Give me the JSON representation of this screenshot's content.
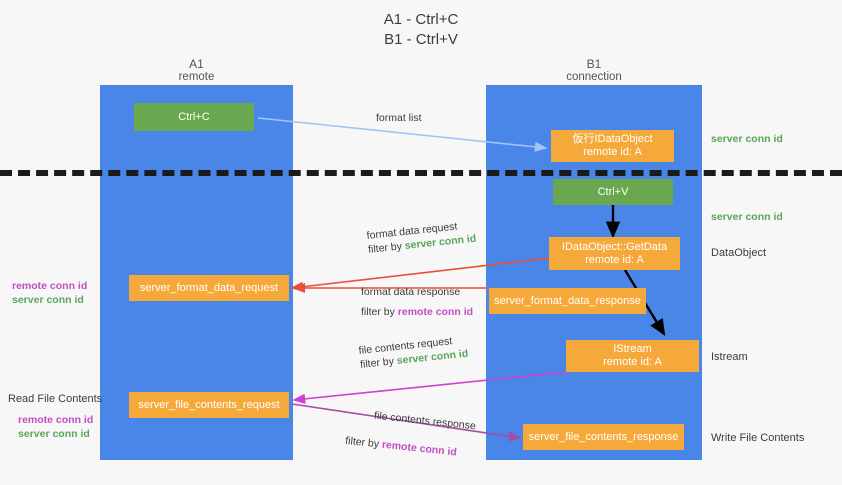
{
  "title": {
    "line1": "A1 - Ctrl+C",
    "line2": "B1 - Ctrl+V"
  },
  "lanes": [
    {
      "id": "a1",
      "name": "A1",
      "subtitle": "remote"
    },
    {
      "id": "b1",
      "name": "B1",
      "subtitle": "connection"
    }
  ],
  "nodes": [
    {
      "id": "ctrl-c",
      "line1": "Ctrl+C",
      "line2": "",
      "color": "#6aa84f"
    },
    {
      "id": "idataobject",
      "line1": "仮行IDataObject",
      "line2": "remote id: A",
      "color": "#f6a93b"
    },
    {
      "id": "ctrl-v",
      "line1": "Ctrl+V",
      "line2": "",
      "color": "#6aa84f"
    },
    {
      "id": "idataobject-getdata",
      "line1": "IDataObject::GetData",
      "line2": "remote id: A",
      "color": "#f6a93b"
    },
    {
      "id": "server-format-data-request",
      "line1": "server_format_data_request",
      "line2": "",
      "color": "#f6a93b"
    },
    {
      "id": "server-format-data-response",
      "line1": "server_format_data_response",
      "line2": "",
      "color": "#f6a93b"
    },
    {
      "id": "istream",
      "line1": "IStream",
      "line2": "remote id: A",
      "color": "#f6a93b"
    },
    {
      "id": "server-file-contents-request",
      "line1": "server_file_contents_request",
      "line2": "",
      "color": "#f6a93b"
    },
    {
      "id": "server-file-contents-response",
      "line1": "server_file_contents_response",
      "line2": "",
      "color": "#f6a93b"
    }
  ],
  "edge_labels": [
    {
      "id": "format-list",
      "main": "format list",
      "filter_prefix": "",
      "filter_key": ""
    },
    {
      "id": "format-data-request",
      "main": "format data request",
      "filter_prefix": "filter by ",
      "filter_key": "server conn id"
    },
    {
      "id": "format-data-response",
      "main": "format data response",
      "filter_prefix": "filter by ",
      "filter_key": "remote conn id"
    },
    {
      "id": "file-contents-request",
      "main": "file contents request",
      "filter_prefix": "filter by ",
      "filter_key": "server conn id"
    },
    {
      "id": "file-contents-response",
      "main": "file contents response",
      "filter_prefix": "filter by ",
      "filter_key": "remote conn id"
    }
  ],
  "annotations": {
    "right": [
      {
        "id": "server-conn-id-top",
        "text": "server conn id",
        "kind": "green"
      },
      {
        "id": "server-conn-id-second",
        "text": "server conn id",
        "kind": "green"
      },
      {
        "id": "dataobject",
        "text": "DataObject",
        "kind": "dark"
      },
      {
        "id": "istream-label",
        "text": "Istream",
        "kind": "dark"
      },
      {
        "id": "write-file-contents",
        "text": "Write File Contents",
        "kind": "dark"
      }
    ],
    "left": [
      {
        "id": "remote-conn-id-mid",
        "text": "remote conn id",
        "kind": "purple"
      },
      {
        "id": "server-conn-id-mid",
        "text": "server conn id",
        "kind": "green"
      },
      {
        "id": "read-file-contents",
        "text": "Read File Contents",
        "kind": "dark"
      },
      {
        "id": "remote-conn-id-low",
        "text": "remote conn id",
        "kind": "purple"
      },
      {
        "id": "server-conn-id-low",
        "text": "server conn id",
        "kind": "green"
      }
    ]
  },
  "colors": {
    "lane": "#4a86e8",
    "green_box": "#6aa84f",
    "orange_box": "#f6a93b",
    "divider": "#1b1b1b",
    "arrow_blue": "#9fc5f8",
    "arrow_red": "#e8503a",
    "arrow_magenta": "#d13fd1",
    "arrow_purple": "#a64ca6",
    "arrow_black": "#000000",
    "green_text": "#5aa55a",
    "purple_text": "#c24ec2"
  }
}
